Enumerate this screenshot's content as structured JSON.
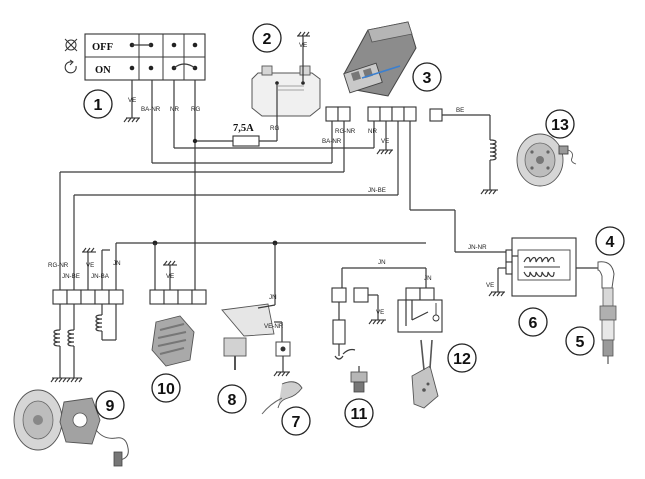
{
  "switch": {
    "off_label": "OFF",
    "on_label": "ON",
    "off_icon": "cross-circle-icon",
    "on_icon": "rotate-arrow-icon"
  },
  "fuse": {
    "rating": "7,5A"
  },
  "wires": {
    "ve": "VE",
    "ba_nr": "BA-NR",
    "nr": "NR",
    "rg": "RG",
    "rg_nr": "RG-NR",
    "be": "BE",
    "jn_be": "JN-BE",
    "jn_nr": "JN-NR",
    "jn_ba": "JN-BA",
    "jn": "JN",
    "ve_nr": "VE-NR"
  },
  "callouts": [
    "1",
    "2",
    "3",
    "4",
    "5",
    "6",
    "7",
    "8",
    "9",
    "10",
    "11",
    "12",
    "13"
  ]
}
